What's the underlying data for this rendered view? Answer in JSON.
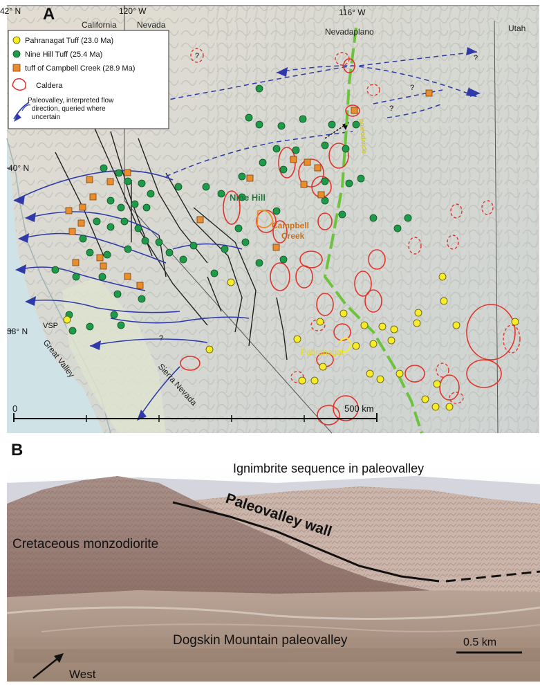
{
  "panel_a": {
    "letter": "A",
    "lat_labels": [
      "42° N",
      "40° N",
      "38° N"
    ],
    "lon_labels": [
      "120° W",
      "116° W"
    ],
    "state_labels": [
      "California",
      "Nevada",
      "Utah"
    ],
    "region_labels": {
      "nevadaplano": "Nevadaplano",
      "great_valley": "Great Valley",
      "sierra_nevada": "Sierra Nevada",
      "vsp": "VSP",
      "paleodivide": "paleodivide"
    },
    "caldera_labels": {
      "nine_hill": "Nine Hill",
      "campbell_creek_1": "Campbell",
      "campbell_creek_2": "Creek",
      "pahranagat": "Pahranagat"
    },
    "legend": {
      "pahranagat": "Pahranagat Tuff (23.0 Ma)",
      "nine_hill": "Nine Hill Tuff (25.4 Ma)",
      "campbell": "tuff of Campbell Creek (28.9 Ma)",
      "caldera": "Caldera",
      "paleovalley_1": "Paleovalley, interpreted flow",
      "paleovalley_2": "direction, queried where",
      "paleovalley_3": "uncertain"
    },
    "scale": {
      "zero": "0",
      "end": "500 km"
    },
    "query_mark": "?",
    "colors": {
      "pahranagat": "#f7ec2a",
      "nine_hill": "#1f9a48",
      "campbell": "#e88e2c",
      "caldera": "#e0342b",
      "paleovalley": "#2f3aa8",
      "paleodivide": "#6cc33e"
    }
  },
  "panel_b": {
    "letter": "B",
    "labels": {
      "ignimbrite": "Ignimbrite sequence in paleovalley",
      "wall": "Paleovalley wall",
      "monzodiorite": "Cretaceous monzodiorite",
      "dogskin": "Dogskin Mountain paleovalley",
      "scale": "0.5 km",
      "west": "West"
    }
  }
}
